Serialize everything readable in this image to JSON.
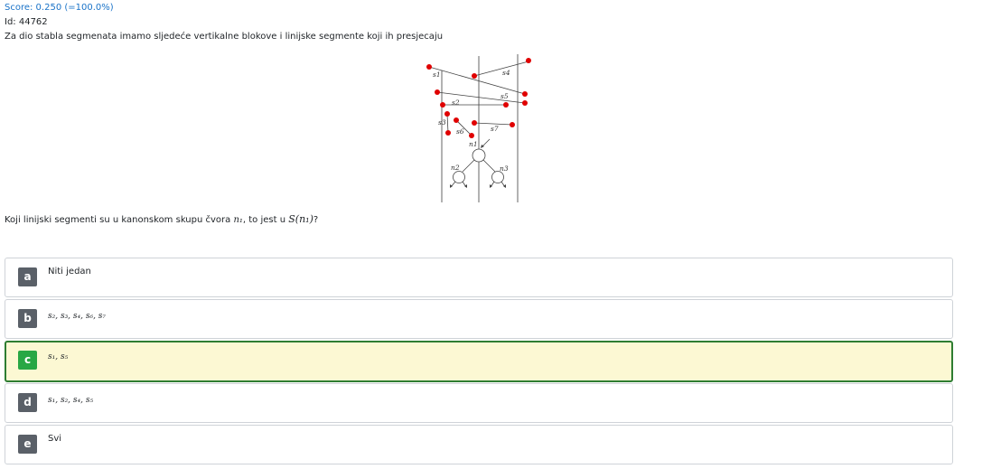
{
  "header": {
    "score": "Score: 0.250 (=100.0%)",
    "id": "Id: 44762",
    "text": "Za dio stabla segmenata imamo sljedeće vertikalne blokove i linijske segmente koji ih presjecaju"
  },
  "figure": {
    "labels": [
      "s1",
      "s2",
      "s3",
      "s4",
      "s5",
      "s6",
      "s7",
      "n1",
      "n2",
      "n3"
    ]
  },
  "question": {
    "prefix": "Koji linijski segmenti su u kanonskom skupu čvora ",
    "node": "n₁",
    "middle": ", to jest u ",
    "set": "S(n₁)",
    "suffix": "?"
  },
  "answers": [
    {
      "letter": "a",
      "text": "Niti jedan",
      "selected": false
    },
    {
      "letter": "b",
      "text": "s₂, s₃, s₄, s₆, s₇",
      "selected": false
    },
    {
      "letter": "c",
      "text": "s₁, s₅",
      "selected": true
    },
    {
      "letter": "d",
      "text": "s₁, s₂, s₄, s₅",
      "selected": false
    },
    {
      "letter": "e",
      "text": "Svi",
      "selected": false
    }
  ],
  "colors": {
    "score": "#1a73c8",
    "correct_bg": "#fcf8d3",
    "correct_border": "#2e7d32",
    "correct_badge": "#28a745",
    "badge": "#5a6068",
    "endpoint": "#e00000"
  }
}
